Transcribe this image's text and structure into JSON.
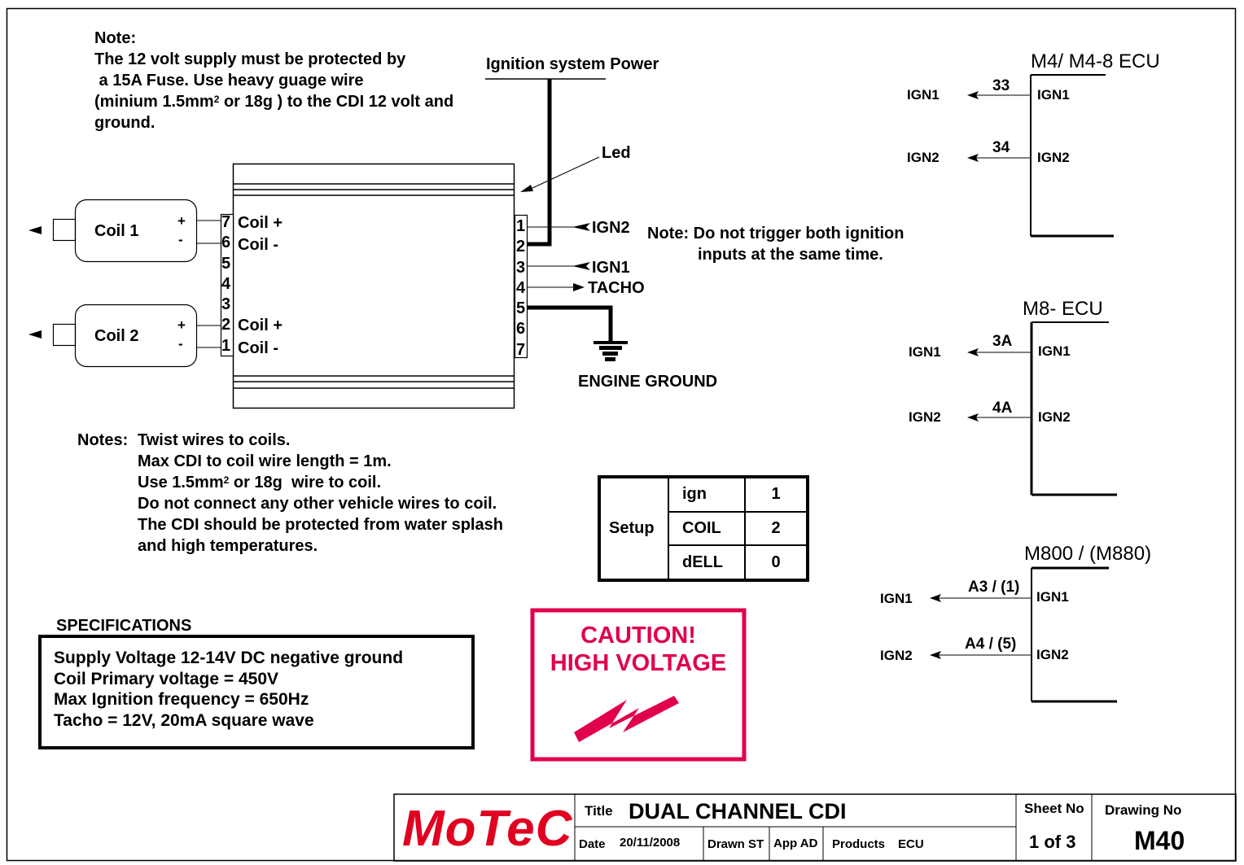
{
  "note_top": {
    "heading": "Note:",
    "lines": [
      "The 12 volt supply must be protected by",
      " a 15A Fuse. Use heavy guage wire",
      "(minium 1.5mm",
      "ground."
    ],
    "sup": "2",
    "line3_rest": " or 18g ) to the CDI 12 volt and"
  },
  "power_label": "Ignition system Power",
  "led_label": "Led",
  "coils": [
    {
      "label": "Coil 1",
      "plus": "+",
      "minus": "-"
    },
    {
      "label": "Coil 2",
      "plus": "+",
      "minus": "-"
    }
  ],
  "cdi_left_pins": [
    "7",
    "6",
    "5",
    "4",
    "3",
    "2",
    "1"
  ],
  "cdi_left_labels": {
    "p7": "Coil +",
    "p6": "Coil -",
    "p2": "Coil +",
    "p1": "Coil -"
  },
  "cdi_right_pins": [
    "1",
    "2",
    "3",
    "4",
    "5",
    "6",
    "7"
  ],
  "right_signals": {
    "ign2": "IGN2",
    "ign1": "IGN1",
    "tacho": "TACHO",
    "ground": "ENGINE GROUND"
  },
  "trigger_note": {
    "line1": "Note: Do not trigger both ignition",
    "line2": "inputs at the same time."
  },
  "ecus": [
    {
      "title": "M4/ M4-8 ECU",
      "pins": [
        {
          "ext": "IGN1",
          "wire": "33",
          "int": "IGN1"
        },
        {
          "ext": "IGN2",
          "wire": "34",
          "int": "IGN2"
        }
      ]
    },
    {
      "title": "M8- ECU",
      "pins": [
        {
          "ext": "IGN1",
          "wire": "3A",
          "int": "IGN1"
        },
        {
          "ext": "IGN2",
          "wire": "4A",
          "int": "IGN2"
        }
      ]
    },
    {
      "title": "M800 / (M880)",
      "pins": [
        {
          "ext": "IGN1",
          "wire": "A3 / (1)",
          "int": "IGN1"
        },
        {
          "ext": "IGN2",
          "wire": "A4 / (5)",
          "int": "IGN2"
        }
      ]
    }
  ],
  "notes_bottom": {
    "heading": "Notes:",
    "lines": [
      "Twist wires to coils.",
      "Max CDI to coil wire length = 1m.",
      "Use 1.5mm",
      "Do not connect any other vehicle wires to coil.",
      "The CDI should be protected from water splash",
      "and high temperatures."
    ],
    "sup": "2",
    "line3_rest": " or 18g  wire to coil."
  },
  "setup_table": {
    "label": "Setup",
    "rows": [
      {
        "key": "ign",
        "value": "1"
      },
      {
        "key": "COIL",
        "value": "2"
      },
      {
        "key": "dELL",
        "value": "0"
      }
    ]
  },
  "specifications": {
    "heading": "SPECIFICATIONS",
    "lines": [
      "Supply Voltage 12-14V DC negative ground",
      "Coil Primary voltage = 450V",
      "Max Ignition frequency = 650Hz",
      "Tacho = 12V, 20mA square wave"
    ]
  },
  "caution": {
    "line1": "CAUTION!",
    "line2": "HIGH VOLTAGE",
    "color": "#e0004d"
  },
  "title_block": {
    "logo": "MoTeC",
    "logo_color": "#e00020",
    "title_label": "Title",
    "title": "DUAL CHANNEL CDI",
    "date_label": "Date",
    "date": "20/11/2008",
    "drawn": "Drawn ST",
    "app": "App AD",
    "products_label": "Products",
    "products": "ECU",
    "sheet_label": "Sheet No",
    "sheet": "1 of 3",
    "drawing_label": "Drawing No",
    "drawing": "M40"
  }
}
